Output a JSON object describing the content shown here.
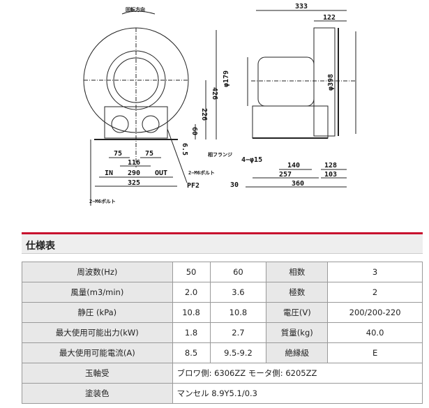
{
  "drawing": {
    "rotation_label": "回転方向",
    "front": {
      "dims": [
        "426",
        "226",
        "60",
        "6.5",
        "75",
        "75",
        "116",
        "290",
        "325"
      ],
      "in_label": "IN",
      "out_label": "OUT",
      "bolt_label_1": "2−M6ボルト",
      "bolt_label_2": "2−M6ボルト",
      "port_label": "PF2"
    },
    "side": {
      "dims": [
        "333",
        "122",
        "φ179",
        "φ398",
        "140",
        "128",
        "257",
        "103",
        "30",
        "360"
      ],
      "flange_label": "相フランジ",
      "hole_label": "4−φ15"
    }
  },
  "section_title": "仕様表",
  "spec_rows": [
    {
      "label": "周波数(Hz)",
      "v50": "50",
      "v60": "60",
      "label2": "相数",
      "value2": "3"
    },
    {
      "label": "風量(m3/min)",
      "v50": "2.0",
      "v60": "3.6",
      "label2": "極数",
      "value2": "2"
    },
    {
      "label": "静圧 (kPa)",
      "v50": "10.8",
      "v60": "10.8",
      "label2": "電圧(V)",
      "value2": "200/200-220"
    },
    {
      "label": "最大使用可能出力(kW)",
      "v50": "1.8",
      "v60": "2.7",
      "label2": "質量(kg)",
      "value2": "40.0"
    },
    {
      "label": "最大使用可能電流(A)",
      "v50": "8.5",
      "v60": "9.5-9.2",
      "label2": "絶縁級",
      "value2": "E"
    }
  ],
  "bearing": {
    "label": "玉軸受",
    "value": "ブロワ側: 6306ZZ  モータ側: 6205ZZ"
  },
  "paint": {
    "label": "塗装色",
    "value": "マンセル  8.9Y5.1/0.3"
  }
}
